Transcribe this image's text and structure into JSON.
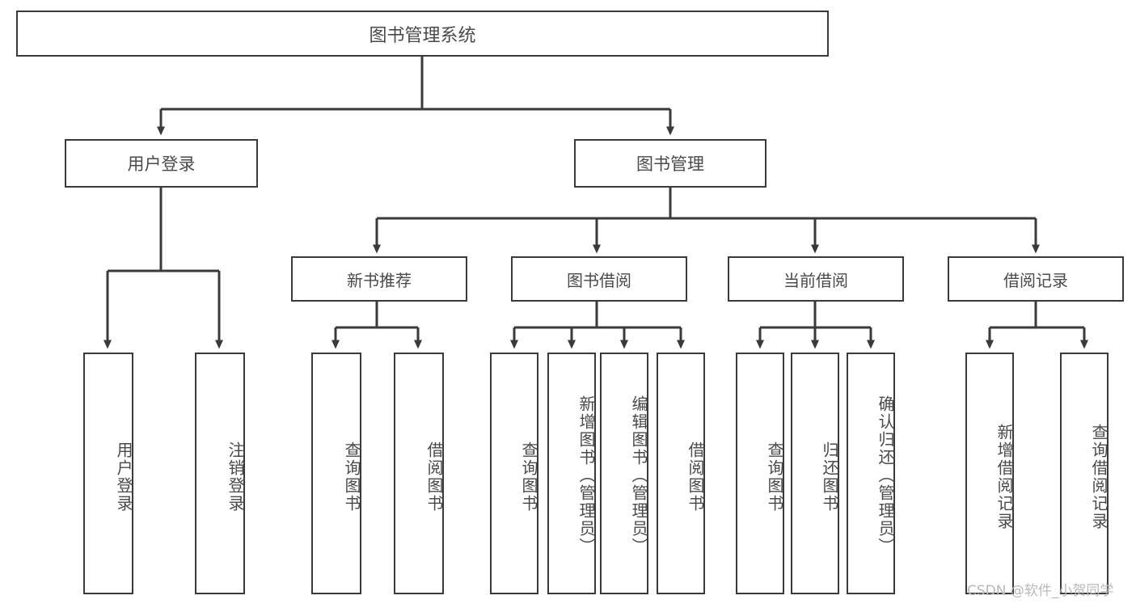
{
  "diagram": {
    "title": "图书管理系统",
    "type": "hierarchy-tree",
    "colors": {
      "box_border": "#3a3a3a",
      "box_fill": "#ffffff",
      "connector": "#3a3a3a",
      "text": "#4a4a4a",
      "watermark": "#b9b9b9",
      "background": "#ffffff"
    }
  },
  "root": {
    "label": "图书管理系统"
  },
  "level1": [
    {
      "label": "用户登录"
    },
    {
      "label": "图书管理"
    }
  ],
  "user_login_children": [
    {
      "label": "用户登录"
    },
    {
      "label": "注销登录"
    }
  ],
  "level2": [
    {
      "label": "新书推荐"
    },
    {
      "label": "图书借阅"
    },
    {
      "label": "当前借阅"
    },
    {
      "label": "借阅记录"
    }
  ],
  "new_book_children": [
    {
      "label": "查询图书"
    },
    {
      "label": "借阅图书"
    }
  ],
  "borrow_children": [
    {
      "label": "查询图书"
    },
    {
      "label": "新增图书（管理员）"
    },
    {
      "label": "编辑图书（管理员）"
    },
    {
      "label": "借阅图书"
    }
  ],
  "current_borrow_children": [
    {
      "label": "查询图书"
    },
    {
      "label": "归还图书"
    },
    {
      "label": "确认归还（管理员）"
    }
  ],
  "record_children": [
    {
      "label": "新增借阅记录"
    },
    {
      "label": "查询借阅记录"
    }
  ],
  "watermark": {
    "text": "CSDN @软件_小贺同学"
  }
}
